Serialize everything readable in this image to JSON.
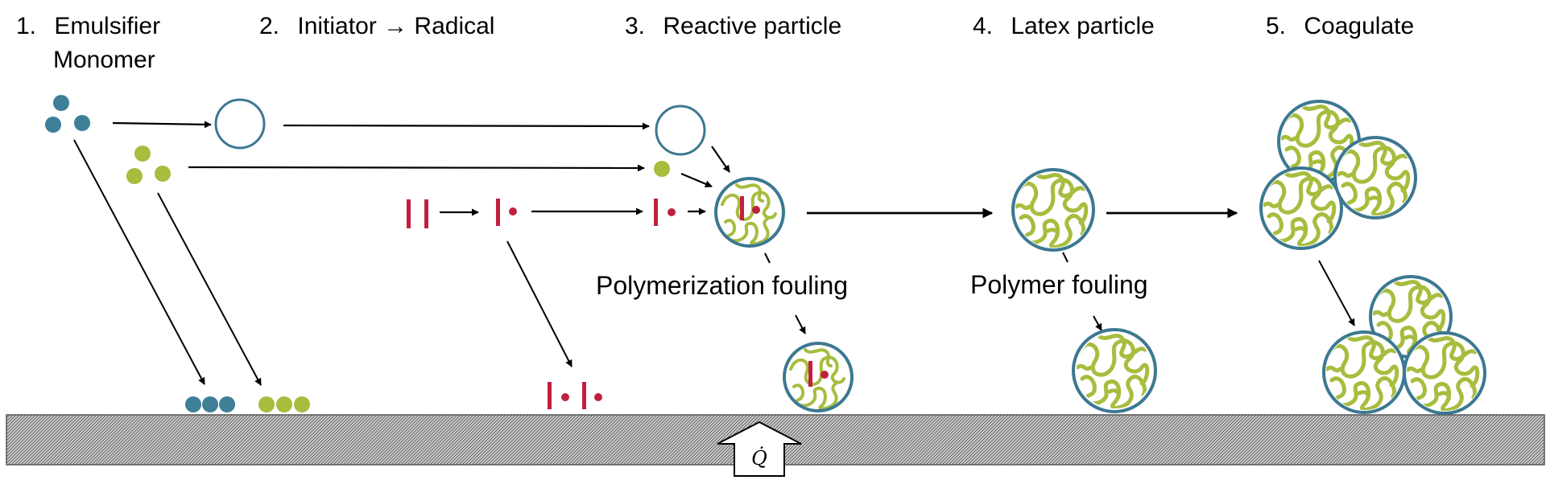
{
  "steps": [
    {
      "number": "1.",
      "line1": "Emulsifier",
      "line2": "Monomer"
    },
    {
      "number": "2.",
      "line1": "Initiator → Radical"
    },
    {
      "number": "3.",
      "line1": "Reactive particle"
    },
    {
      "number": "4.",
      "line1": "Latex particle"
    },
    {
      "number": "5.",
      "line1": "Coagulate"
    }
  ],
  "labels": {
    "polymerization_fouling": "Polymerization fouling",
    "polymer_fouling": "Polymer fouling",
    "heat_flux": "Q̇"
  },
  "colors": {
    "emulsifier": "#3f7f98",
    "monomer": "#a6bd3e",
    "initiator": "#c0203f",
    "particle_border": "#3c7891",
    "polymer_strand": "#a6bd3e",
    "wall_hatch": "#6b6b6b"
  }
}
